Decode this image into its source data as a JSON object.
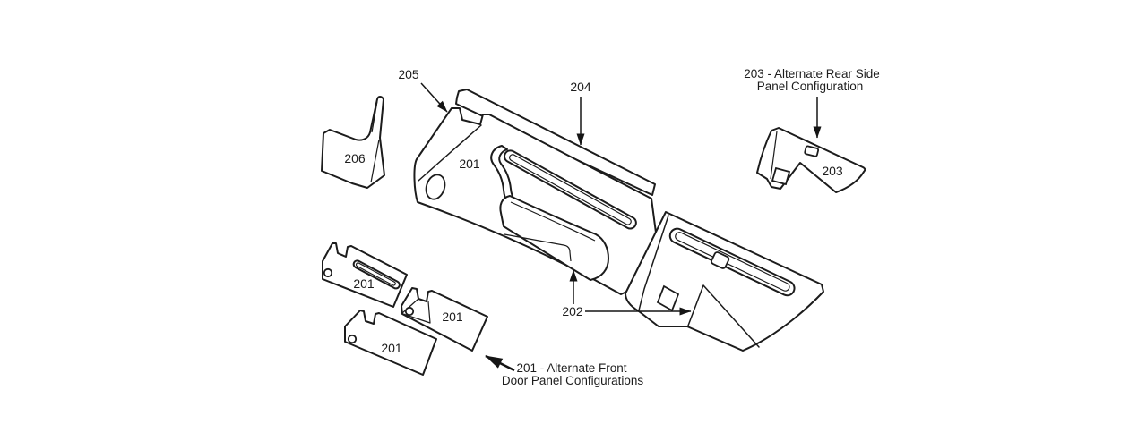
{
  "diagram": {
    "background_color": "#ffffff",
    "line_color": "#1c1c1c",
    "text_color": "#1d1d1d",
    "part_labels": {
      "p205": "205",
      "p204": "204",
      "p201_main": "201",
      "p206": "206",
      "p203_part": "203",
      "p202": "202",
      "p201_alt_a": "201",
      "p201_alt_b": "201",
      "p201_alt_c": "201"
    },
    "captions": {
      "alt_rear_line1": "203 - Alternate Rear Side",
      "alt_rear_line2": "Panel Configuration",
      "alt_front_line1": "201 - Alternate Front",
      "alt_front_line2": "Door Panel Configurations"
    }
  }
}
